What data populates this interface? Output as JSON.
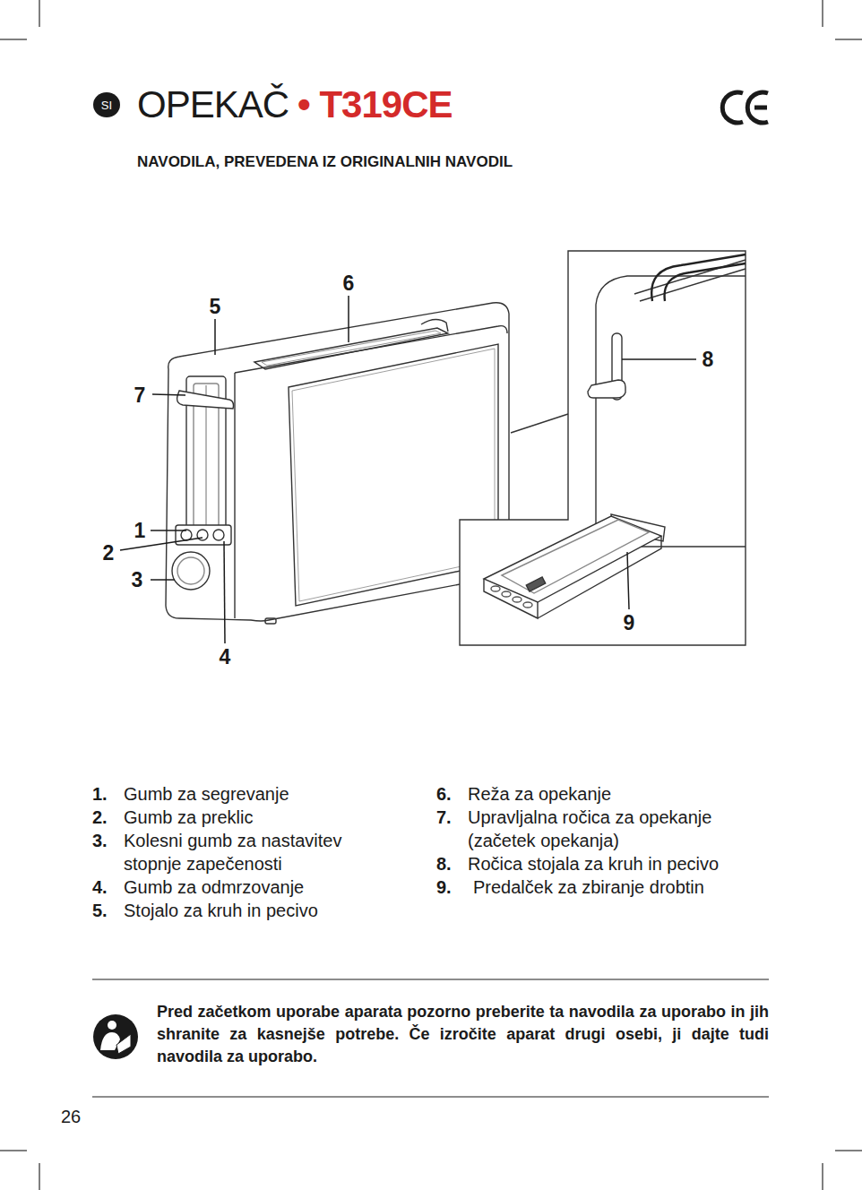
{
  "diagram": {
    "title": "OPEKAČ",
    "nodes": [
      {
        "text": [
          "SI"
        ]
      }
    ],
    "labels": [
      "• T319CE",
      "NAVODILA, PREVEDENA IZ ORIGINALNIH NAVODIL",
      "6",
      "5",
      "8",
      "7",
      "1",
      "2",
      "3",
      "9",
      "4",
      "1.",
      "Gumb za segrevanje",
      "2.",
      "Gumb za preklic",
      "3.",
      "Kolesni gumb za nastavitev stopnje zapečenosti",
      "4.",
      "Gumb za odmrzovanje",
      "5.",
      "Stojalo za kruh in pecivo",
      "6.",
      "Reža za opekanje",
      "7.",
      "Upravljalna ročica za opekanje (začetek opekanja)",
      "8.",
      "Ročica stojala za kruh in pecivo",
      "9.",
      "Predalček za zbiranje drobtin",
      "Pred začetkom uporabe aparata pozorno preberite ta navodila za uporabo in jih shranite za kasnejše potrebe. Če izročite aparat drugi osebi, ji dajte tudi navodila za uporabo.",
      "26"
    ]
  }
}
